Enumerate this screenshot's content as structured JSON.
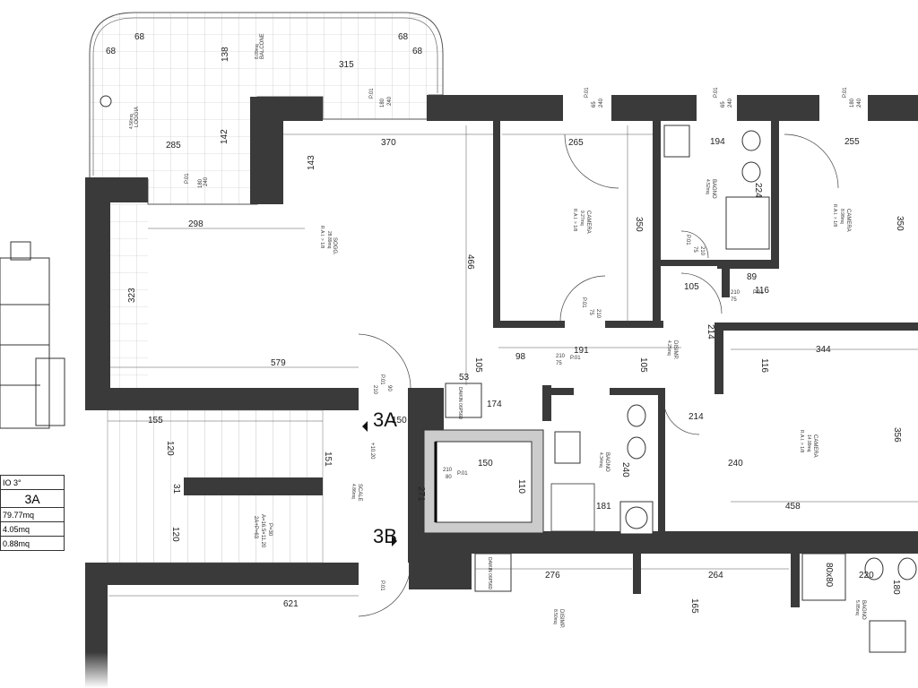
{
  "balcony": {
    "dims": [
      "68",
      "68",
      "68",
      "68",
      "138",
      "315",
      "142",
      "285"
    ],
    "label": "BALCONE",
    "area": "8.09mq"
  },
  "loggia": {
    "label": "LOGGIA",
    "area": "4.56mq"
  },
  "window_tags": [
    "P.01",
    "180",
    "240",
    "P.01",
    "180",
    "240",
    "P.01",
    "65",
    "240",
    "P.01",
    "65",
    "240",
    "P.01",
    "180",
    "240"
  ],
  "soggiorno": {
    "label": "SOGG.",
    "area": "28.89mq",
    "ratio": "R.A.I. > 1/8",
    "dims": [
      "370",
      "143",
      "298",
      "466",
      "323",
      "579"
    ]
  },
  "camera1": {
    "label": "CAMERA",
    "area": "9.27mq",
    "ratio": "R.A.I. > 1/8",
    "dims": [
      "265",
      "350"
    ]
  },
  "bagno1": {
    "label": "BAGNO",
    "area": "4.52mq",
    "dims": [
      "194",
      "224"
    ]
  },
  "camera2": {
    "label": "CAMERA",
    "area": "8.98mq",
    "ratio": "R.A.I. > 1/8",
    "dims": [
      "255",
      "350"
    ]
  },
  "door_tags": [
    "P.01",
    "75",
    "210",
    "P.01",
    "75",
    "210",
    "210",
    "75",
    "P.01",
    "210",
    "75",
    "P.01"
  ],
  "disimp": {
    "label": "DISIMP.",
    "area": "4.25mq",
    "dims": [
      "105",
      "89",
      "116",
      "214",
      "191",
      "98",
      "105",
      "105",
      "53",
      "174"
    ]
  },
  "camera3": {
    "label": "CAMERA",
    "area": "14.99mq",
    "ratio": "R.A.I. > 1/8",
    "dims": [
      "344",
      "116",
      "240",
      "356",
      "458",
      "214"
    ]
  },
  "bagno2": {
    "label": "BAGNO",
    "area": "4.34mq",
    "dims": [
      "240",
      "181"
    ]
  },
  "daikin_top": "DAIKIN 06P56D",
  "daikin_bottom": "DAIKIN 06P56D",
  "scale": {
    "label": "SCALE",
    "area": "4.86mq",
    "dims": [
      "155",
      "150",
      "120",
      "31",
      "120",
      "151",
      "271",
      "621"
    ],
    "pedata": "P=30",
    "alzata": "A=16.5×11.20",
    "formula": "2A+P=63"
  },
  "lift": {
    "dims": [
      "150",
      "110"
    ],
    "tag": "P.01",
    "tag2": "210",
    "tag3": "80"
  },
  "entry": {
    "tag": "P.01",
    "h": "210",
    "w": "90",
    "level": "+10.20"
  },
  "unit_3a": "3A",
  "unit_3b": "3B",
  "lower": {
    "dims": [
      "276",
      "264",
      "165",
      "220",
      "180"
    ],
    "disimp_label": "DISIMP.",
    "disimp_area": "8.50mq",
    "bagno_label": "BAGNO",
    "bagno_area": "5.85mq",
    "shower": "80x80"
  },
  "table": {
    "floor": "IO 3°",
    "unit": "3A",
    "row1": "79.77mq",
    "row2": "4.05mq",
    "row3": "0.88mq"
  }
}
